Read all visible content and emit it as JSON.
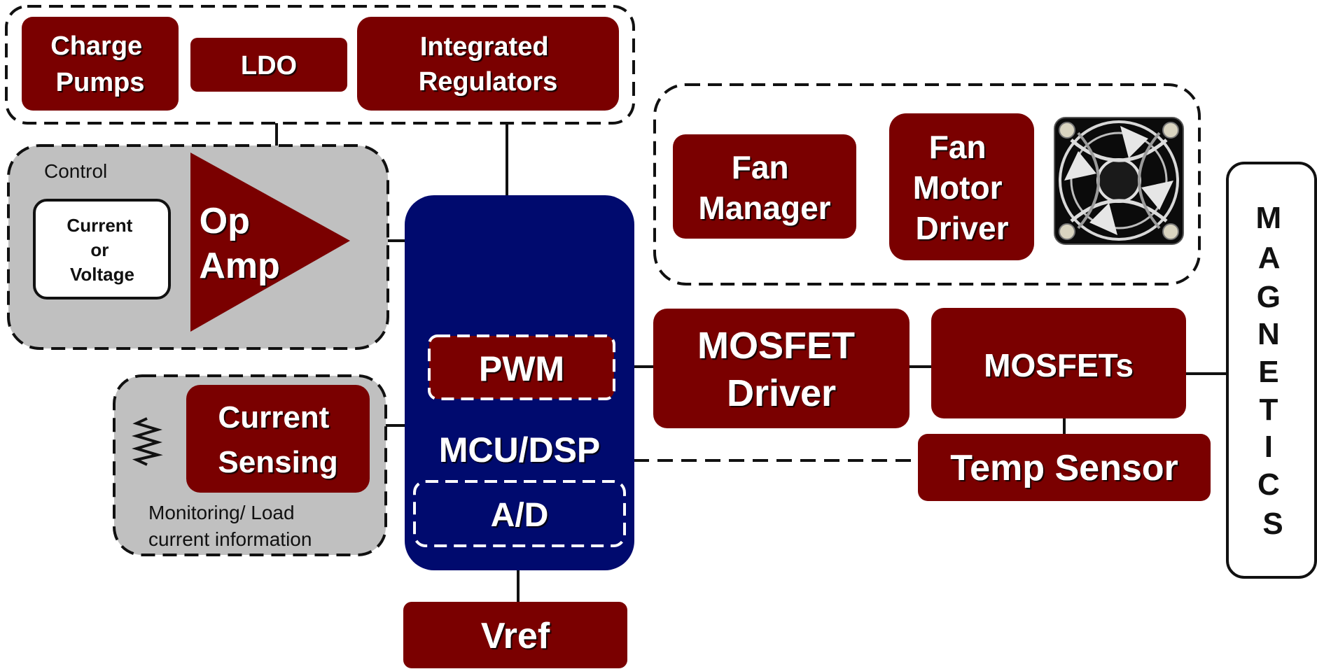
{
  "colors": {
    "block_fill": "#7a0000",
    "mcu_fill": "#000a6e",
    "group_fill": "#c0c0c0",
    "line": "#111111",
    "text_light": "#ffffff"
  },
  "power_group": {
    "charge_pumps": [
      "Charge",
      "Pumps"
    ],
    "ldo": "LDO",
    "integrated_regulators": [
      "Integrated",
      "Regulators"
    ]
  },
  "control_group": {
    "label": "Control",
    "input_box": [
      "Current",
      "or",
      "Voltage"
    ],
    "op_amp": [
      "Op",
      "Amp"
    ]
  },
  "monitoring_group": {
    "current_sensing": [
      "Current",
      "Sensing"
    ],
    "label": [
      "Monitoring/ Load",
      "current information"
    ],
    "resistor_icon": "resistor-icon"
  },
  "mcu": {
    "label": "MCU/DSP",
    "pwm": "PWM",
    "adc": "A/D"
  },
  "vref": "Vref",
  "fan_group": {
    "fan_manager": [
      "Fan",
      "Manager"
    ],
    "fan_motor_driver": [
      "Fan",
      "Motor",
      "Driver"
    ],
    "fan_icon": "fan-icon"
  },
  "mosfet_driver": [
    "MOSFET",
    "Driver"
  ],
  "mosfets": "MOSFETs",
  "temp_sensor": "Temp Sensor",
  "magnetics": [
    "M",
    "A",
    "G",
    "N",
    "E",
    "T",
    "I",
    "C",
    "S"
  ]
}
